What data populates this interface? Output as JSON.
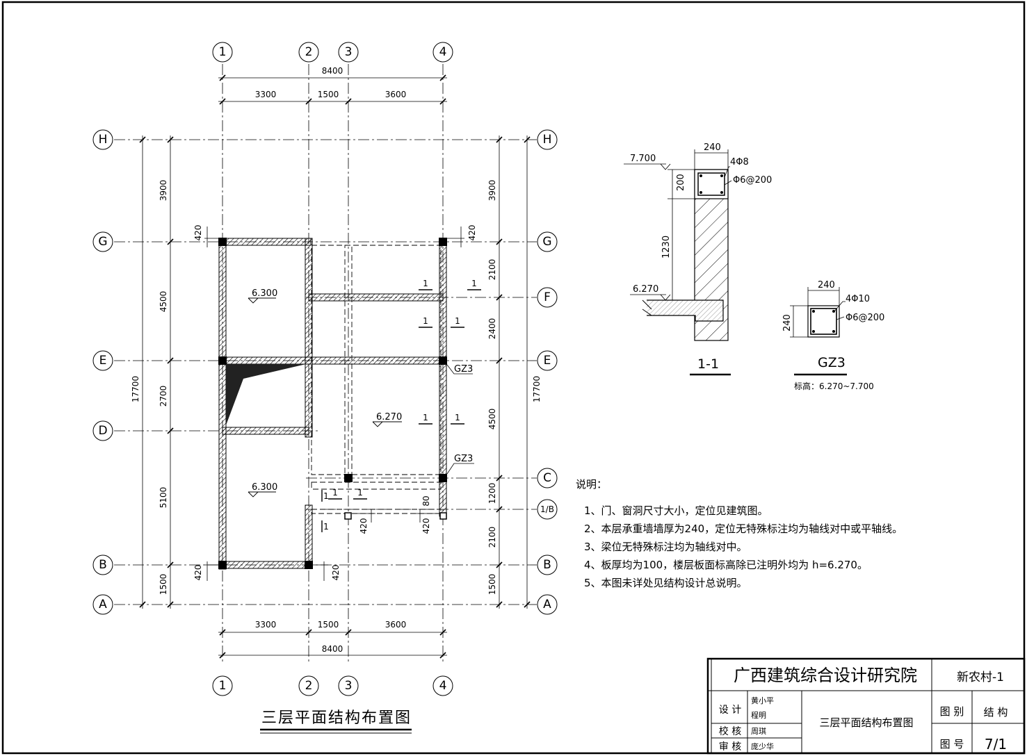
{
  "axes": {
    "vertical": [
      "1",
      "2",
      "3",
      "4"
    ],
    "horizontal": [
      "H",
      "G",
      "F",
      "E",
      "D",
      "C",
      "1/B",
      "B",
      "A"
    ]
  },
  "dims": {
    "top_total": "8400",
    "top_segments": [
      "3300",
      "1500",
      "3600"
    ],
    "bottom_total": "8400",
    "bottom_segments": [
      "3300",
      "1500",
      "3600"
    ],
    "left_total": "17700",
    "left_segments": [
      "3900",
      "4500",
      "2700",
      "5100",
      "1500"
    ],
    "right_total": "17700",
    "right_segments": [
      "3900",
      "2100",
      "2400",
      "4500",
      "1200",
      "2100",
      "1500"
    ],
    "offset_420": "420",
    "offset_80": "80"
  },
  "elevations": {
    "room_upper": "6.300",
    "room_lower": "6.300",
    "room_mid": "6.270"
  },
  "labels": {
    "gz3": "GZ3",
    "section_mark": "1"
  },
  "plan_title": "三层平面结构布置图",
  "section": {
    "title": "1-1",
    "top_elev": "7.700",
    "bottom_elev": "6.270",
    "width": "240",
    "height_beam": "200",
    "height_wall": "1230",
    "rebar_main": "4Φ8",
    "rebar_stirrup": "Φ6@200"
  },
  "column_detail": {
    "title": "GZ3",
    "width": "240",
    "height": "240",
    "rebar_main": "4Φ10",
    "rebar_stirrup": "Φ6@200",
    "elevation_note": "标高：6.270~7.700"
  },
  "notes": {
    "heading": "说明：",
    "items": [
      "1、门、窗洞尺寸大小，定位见建筑图。",
      "2、本层承重墙墙厚为240，定位无特殊标注均为轴线对中或平轴线。",
      "3、梁位无特殊标注均为轴线对中。",
      "4、板厚均为100，楼层板面标高除已注明外均为 h=6.270。",
      "5、本图未详处见结构设计总说明。"
    ]
  },
  "title_block": {
    "institute": "广西建筑综合设计研究院",
    "project": "新农村-1",
    "drawing_name": "三层平面结构布置图",
    "design_label": "设 计",
    "design_names": [
      "黄小平",
      "程明"
    ],
    "check_label": "校 核",
    "check_name": "周琪",
    "review_label": "审 核",
    "review_name": "庞少华",
    "category_label": "图 别",
    "category_value": "结 构",
    "number_label": "图 号",
    "number_value": "7/1"
  }
}
